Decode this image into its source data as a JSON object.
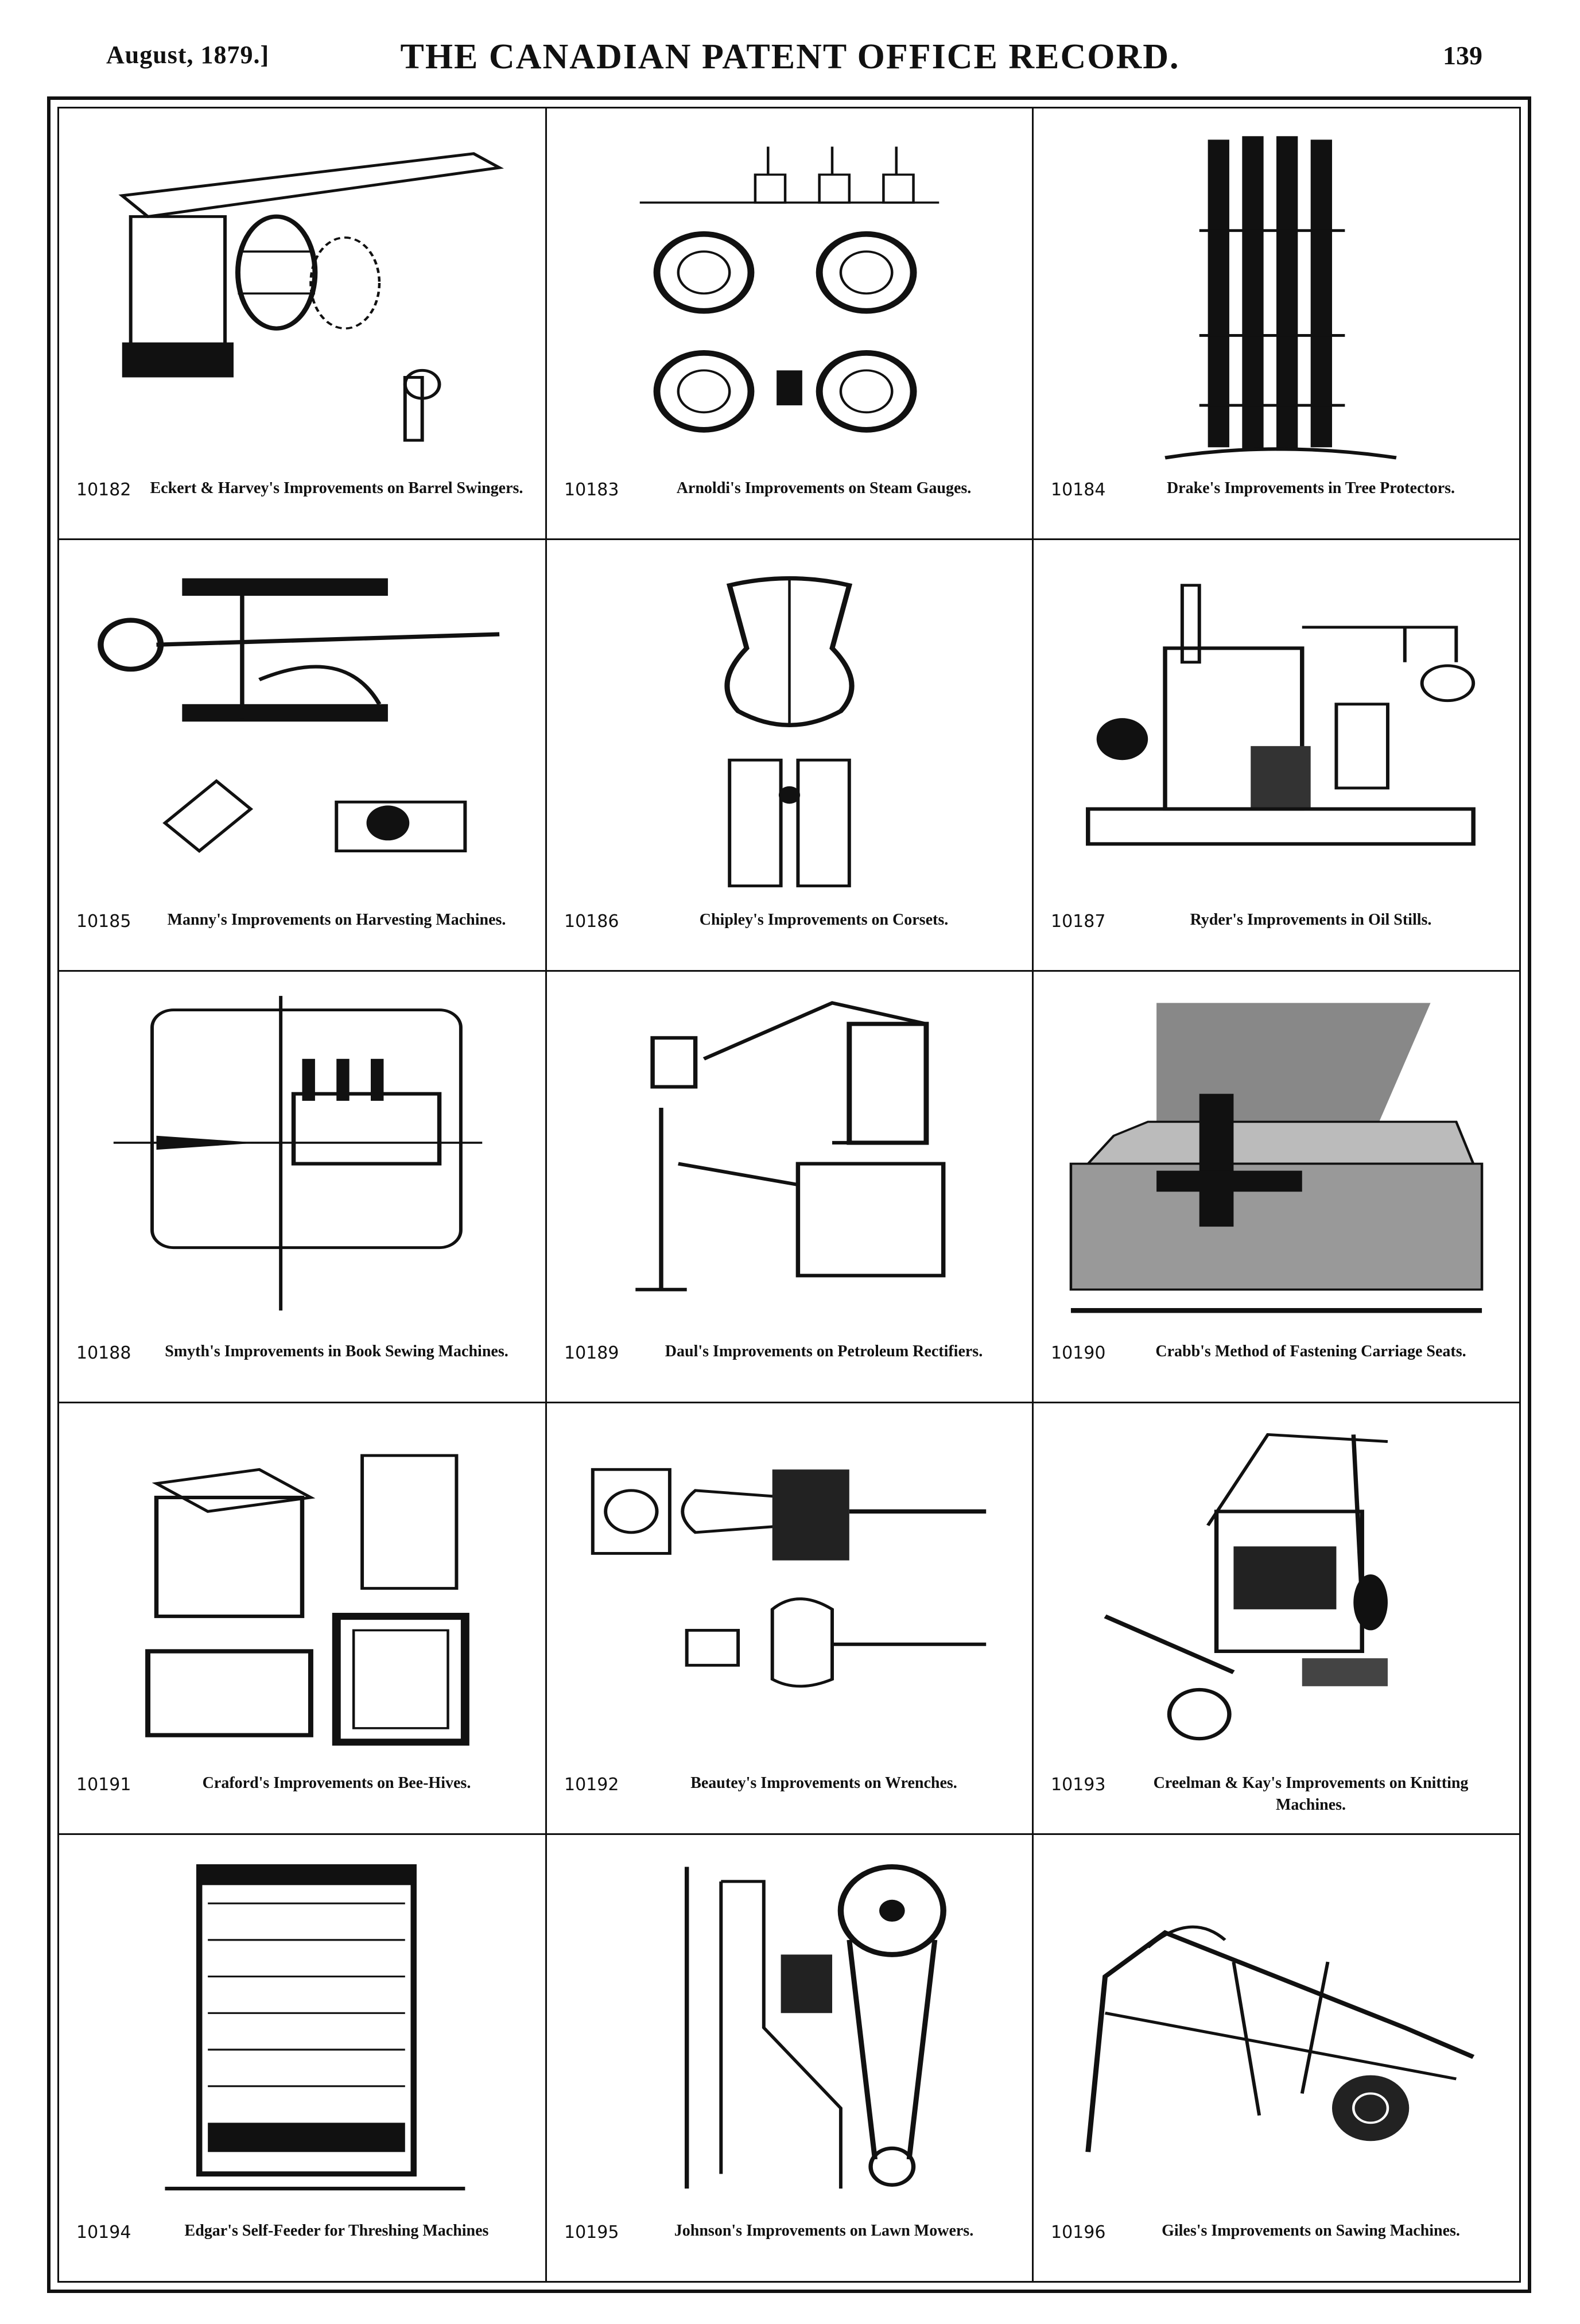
{
  "header": {
    "date": "August, 1879.]",
    "title": "THE CANADIAN PATENT OFFICE RECORD.",
    "page_number": "139"
  },
  "patents": [
    {
      "number": "10182",
      "caption": "Eckert & Harvey's Improvements on Barrel Swingers.",
      "icon": "barrel-swinger"
    },
    {
      "number": "10183",
      "caption": "Arnoldi's Improvements on Steam Gauges.",
      "icon": "steam-gauges"
    },
    {
      "number": "10184",
      "caption": "Drake's Improvements in Tree Protectors.",
      "icon": "tree-protector"
    },
    {
      "number": "10185",
      "caption": "Manny's Improvements on Harvesting Machines.",
      "icon": "harvester"
    },
    {
      "number": "10186",
      "caption": "Chipley's Improvements on Corsets.",
      "icon": "corset"
    },
    {
      "number": "10187",
      "caption": "Ryder's Improvements in Oil Stills.",
      "icon": "oil-still"
    },
    {
      "number": "10188",
      "caption": "Smyth's Improvements in Book Sewing Machines.",
      "icon": "book-sewing-machine"
    },
    {
      "number": "10189",
      "caption": "Daul's Improvements on Petroleum Rectifiers.",
      "icon": "petroleum-rectifier"
    },
    {
      "number": "10190",
      "caption": "Crabb's Method of Fastening Carriage Seats.",
      "icon": "carriage-seat"
    },
    {
      "number": "10191",
      "caption": "Craford's Improvements on Bee-Hives.",
      "icon": "bee-hive"
    },
    {
      "number": "10192",
      "caption": "Beautey's Improvements on Wrenches.",
      "icon": "wrench"
    },
    {
      "number": "10193",
      "caption": "Creelman & Kay's Improvements on Knitting Machines.",
      "icon": "knitting-machine"
    },
    {
      "number": "10194",
      "caption": "Edgar's Self-Feeder for Threshing Machines",
      "icon": "self-feeder"
    },
    {
      "number": "10195",
      "caption": "Johnson's Improvements on Lawn Mowers.",
      "icon": "lawn-mower"
    },
    {
      "number": "10196",
      "caption": "Giles's Improvements on Sawing Machines.",
      "icon": "sawing-machine"
    }
  ]
}
